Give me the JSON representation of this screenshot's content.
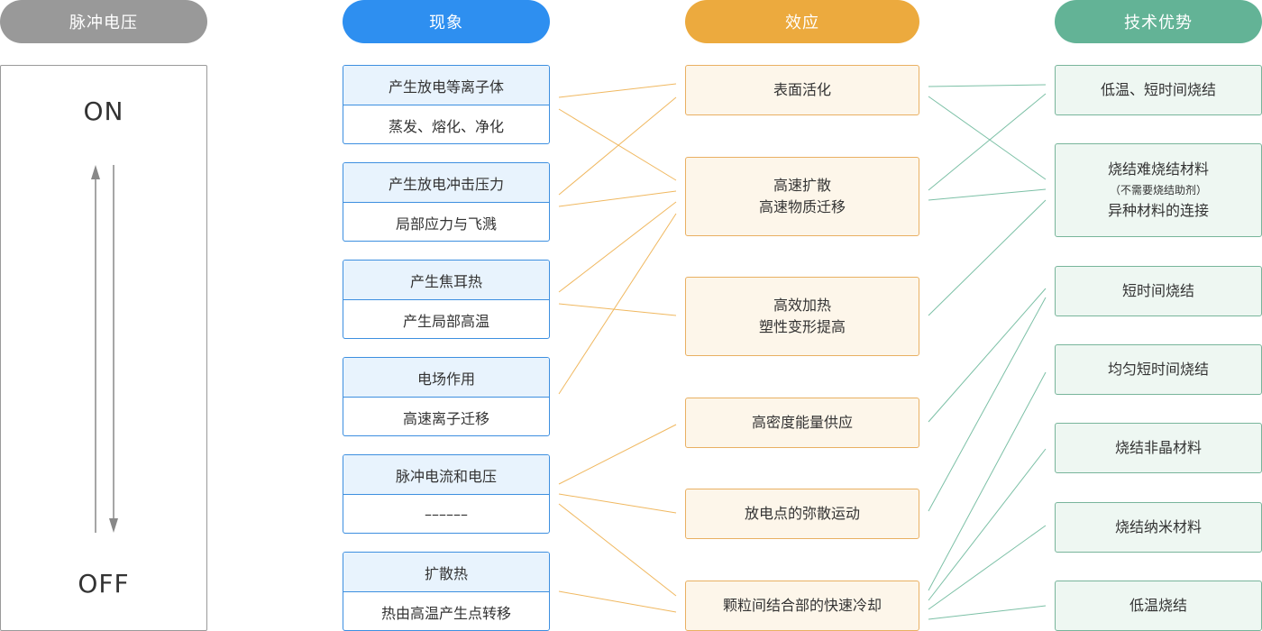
{
  "headers": {
    "pulse": "脉冲电压",
    "phenomena": "现象",
    "effects": "效应",
    "advantages": "技术优势"
  },
  "pulse_panel": {
    "on": "ON",
    "off": "OFF"
  },
  "phenomena": [
    {
      "title": "产生放电等离子体",
      "detail": "蒸发、熔化、净化"
    },
    {
      "title": "产生放电冲击压力",
      "detail": "局部应力与飞溅"
    },
    {
      "title": "产生焦耳热",
      "detail": "产生局部高温"
    },
    {
      "title": "电场作用",
      "detail": "高速离子迁移"
    },
    {
      "title": "脉冲电流和电压",
      "detail": "––––––"
    },
    {
      "title": "扩散热",
      "detail": "热由高温产生点转移"
    }
  ],
  "effects": [
    {
      "line1": "表面活化",
      "line2": ""
    },
    {
      "line1": "高速扩散",
      "line2": "高速物质迁移"
    },
    {
      "line1": "高效加热",
      "line2": "塑性变形提高"
    },
    {
      "line1": "高密度能量供应",
      "line2": ""
    },
    {
      "line1": "放电点的弥散运动",
      "line2": ""
    },
    {
      "line1": "颗粒间结合部的快速冷却",
      "line2": ""
    }
  ],
  "advantages": [
    {
      "line1": "低温、短时间烧结",
      "line2": "",
      "line3": ""
    },
    {
      "line1": "烧结难烧结材料",
      "line2": "（不需要烧结助剂）",
      "line3": "异种材料的连接"
    },
    {
      "line1": "短时间烧结",
      "line2": "",
      "line3": ""
    },
    {
      "line1": "均匀短时间烧结",
      "line2": "",
      "line3": ""
    },
    {
      "line1": "烧结非晶材料",
      "line2": "",
      "line3": ""
    },
    {
      "line1": "烧结纳米材料",
      "line2": "",
      "line3": ""
    },
    {
      "line1": "低温烧结",
      "line2": "",
      "line3": ""
    }
  ],
  "colors": {
    "pulse_header": "#999999",
    "phenomena_header": "#2e8ff0",
    "effects_header": "#ecaa3e",
    "advantages_header": "#63b396",
    "orange_link": "#f0b860",
    "green_link": "#7cc0a6"
  }
}
